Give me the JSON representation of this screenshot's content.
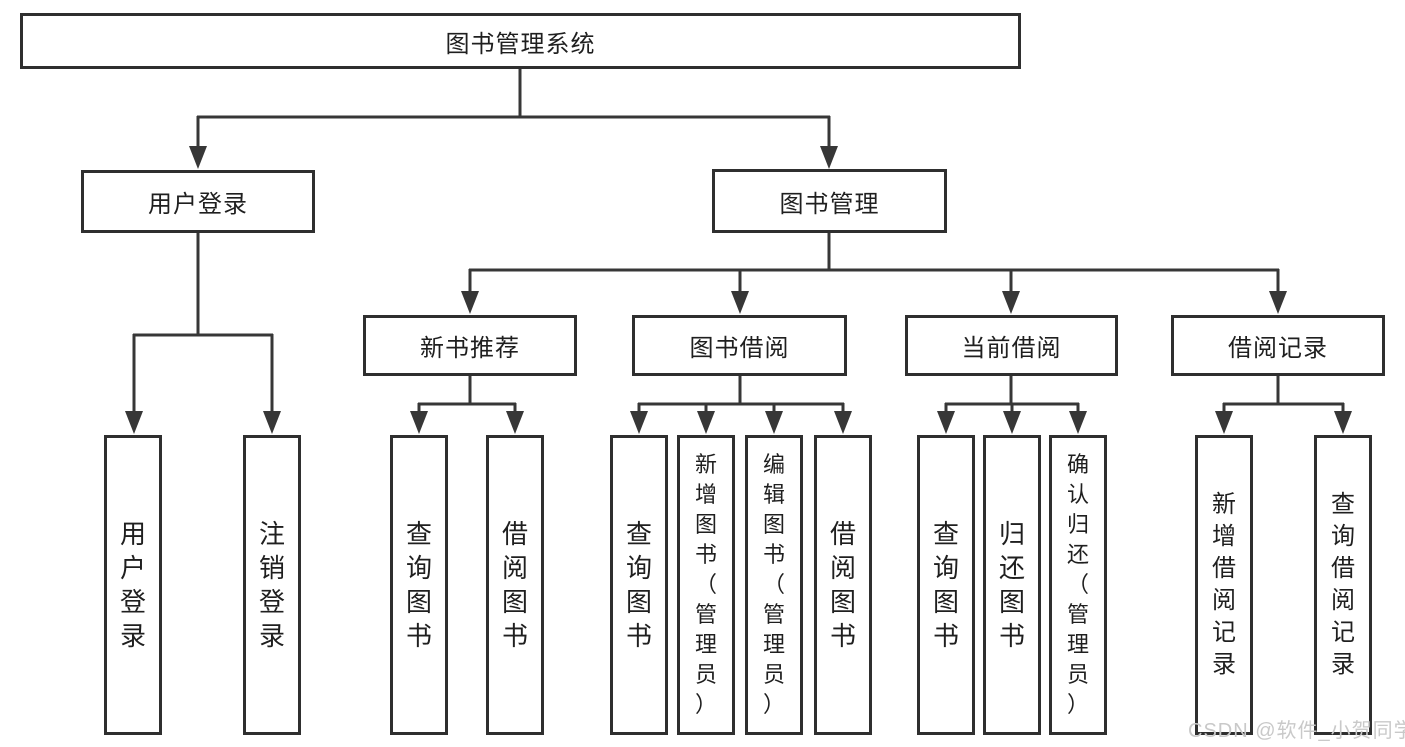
{
  "tree": {
    "root": {
      "label": "图书管理系统"
    },
    "branches": [
      {
        "label": "用户登录",
        "children": [
          {
            "label": "用户登录"
          },
          {
            "label": "注销登录"
          }
        ]
      },
      {
        "label": "图书管理",
        "children": [
          {
            "label": "新书推荐",
            "children": [
              {
                "label": "查询图书"
              },
              {
                "label": "借阅图书"
              }
            ]
          },
          {
            "label": "图书借阅",
            "children": [
              {
                "label": "查询图书"
              },
              {
                "label": "新增图书（管理员）"
              },
              {
                "label": "编辑图书（管理员）"
              },
              {
                "label": "借阅图书"
              }
            ]
          },
          {
            "label": "当前借阅",
            "children": [
              {
                "label": "查询图书"
              },
              {
                "label": "归还图书"
              },
              {
                "label": "确认归还（管理员）"
              }
            ]
          },
          {
            "label": "借阅记录",
            "children": [
              {
                "label": "新增借阅记录"
              },
              {
                "label": "查询借阅记录"
              }
            ]
          }
        ]
      }
    ]
  },
  "watermark": {
    "text": "CSDN @软件_小贺同学"
  },
  "colors": {
    "line": "#373737",
    "border": "#2f2f2f",
    "text": "#1f1f1f",
    "background": "#ffffff",
    "watermark": "#c9c9c9"
  }
}
